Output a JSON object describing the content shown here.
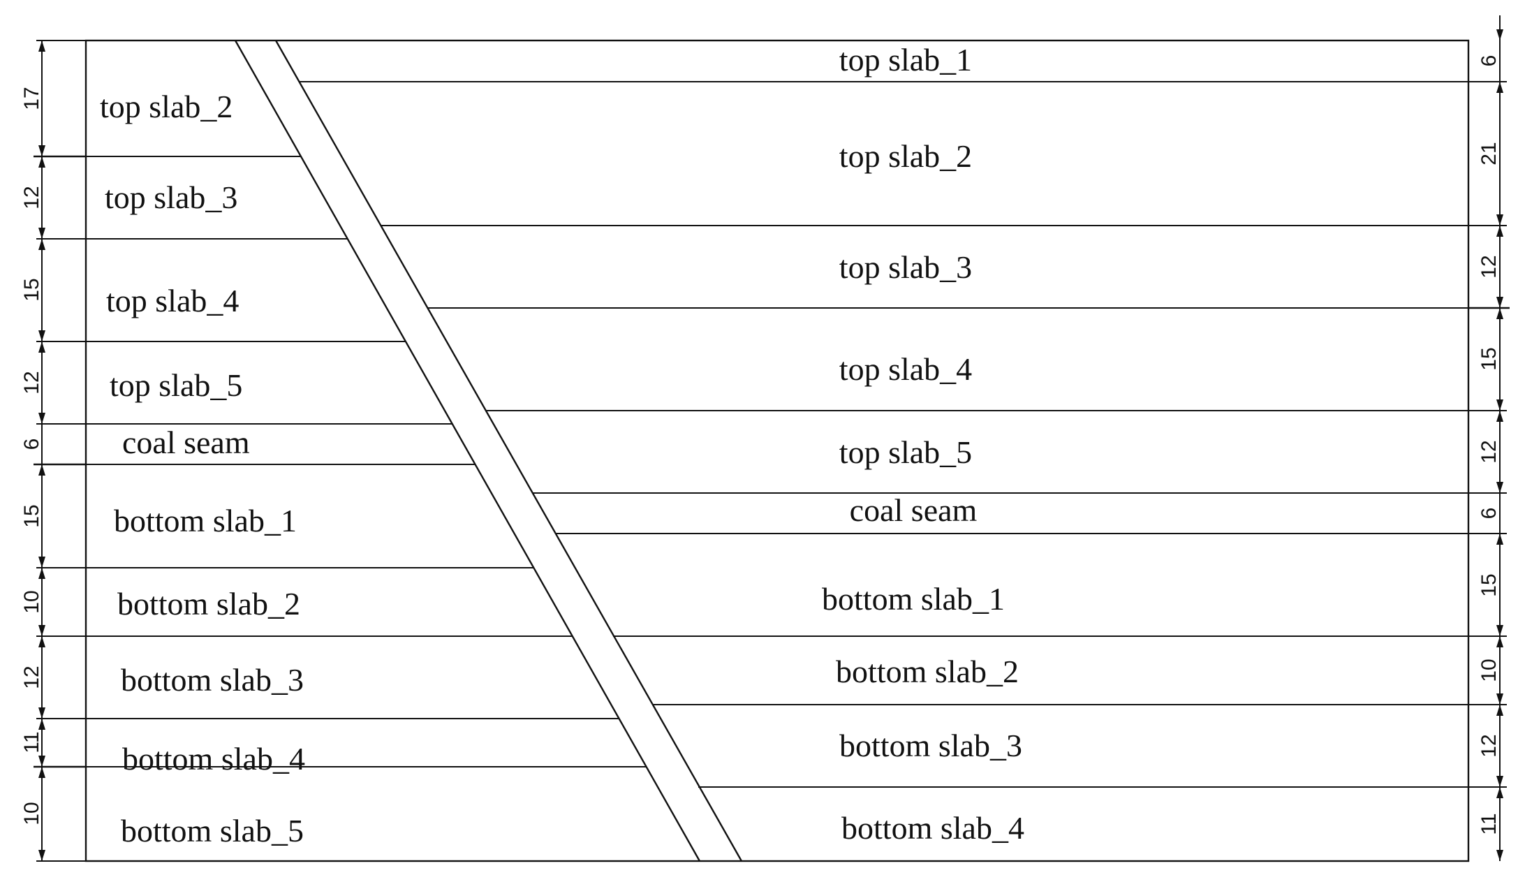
{
  "left_block": {
    "layers": [
      {
        "label": "top slab_2",
        "thickness": "17"
      },
      {
        "label": "top slab_3",
        "thickness": "12"
      },
      {
        "label": "top slab_4",
        "thickness": "15"
      },
      {
        "label": "top slab_5",
        "thickness": "12"
      },
      {
        "label": "coal seam",
        "thickness": "6"
      },
      {
        "label": "bottom slab_1",
        "thickness": "15"
      },
      {
        "label": "bottom slab_2",
        "thickness": "10"
      },
      {
        "label": "bottom slab_3",
        "thickness": "12"
      },
      {
        "label": "bottom slab_4",
        "thickness": "11"
      },
      {
        "label": "bottom slab_5",
        "thickness": "10"
      }
    ]
  },
  "right_block": {
    "layers": [
      {
        "label": "top slab_1",
        "thickness": "6"
      },
      {
        "label": "top slab_2",
        "thickness": "21"
      },
      {
        "label": "top slab_3",
        "thickness": "12"
      },
      {
        "label": "top slab_4",
        "thickness": "15"
      },
      {
        "label": "top slab_5",
        "thickness": "12"
      },
      {
        "label": "coal seam",
        "thickness": "6"
      },
      {
        "label": "bottom slab_1",
        "thickness": "15"
      },
      {
        "label": "bottom slab_2",
        "thickness": "10"
      },
      {
        "label": "bottom slab_3",
        "thickness": "12"
      },
      {
        "label": "bottom slab_4",
        "thickness": "11"
      }
    ]
  },
  "colors": {
    "line": "#111111",
    "background": "#ffffff"
  }
}
